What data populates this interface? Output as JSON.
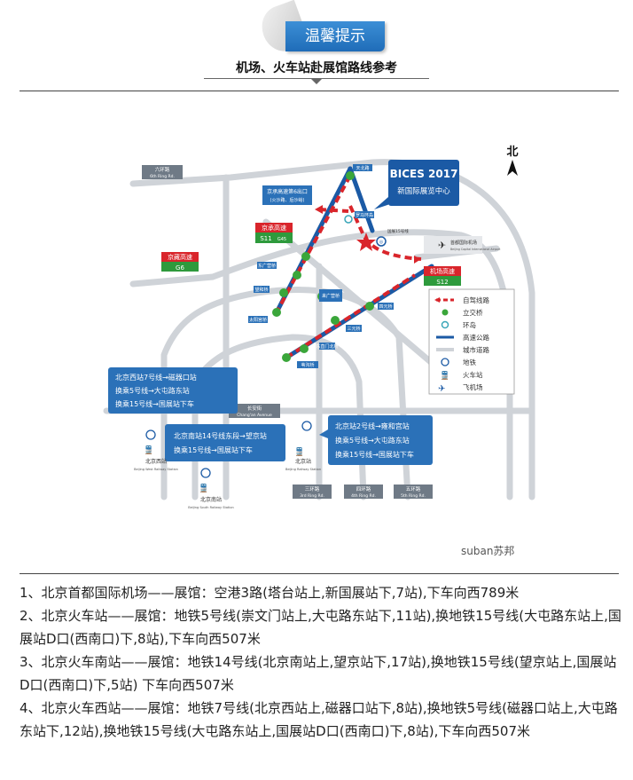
{
  "header": {
    "tag": "温馨提示",
    "subtitle": "机场、火车站赴展馆路线参考"
  },
  "map": {
    "north": "北",
    "venue_title": "BICES 2017",
    "venue_subtitle": "新国际展览中心",
    "highways": {
      "jingcheng_exit": "京承高速第6出口",
      "jingcheng_exit_sub": "(火沙路、后沙峪)",
      "jingcheng": "京承高速",
      "jingcheng_code": "S11",
      "jingcheng_code_alt": "G45",
      "jingzang": "京藏高速",
      "jingzang_code": "G6",
      "airport": "机场高速",
      "airport_code": "S12"
    },
    "roads": {
      "ring6": "六环路",
      "ring6_en": "6th Ring Rd.",
      "changan": "长安街",
      "changan_en": "Chang'an Avenue",
      "ring3": "三环路",
      "ring3_en": "3rd Ring Rd.",
      "ring4": "四环路",
      "ring4_en": "4th Ring Rd.",
      "ring5": "五环路",
      "ring5_en": "5th Ring Rd."
    },
    "bridges": [
      "天北路",
      "罗马环岛",
      "东广营桥",
      "望和桥",
      "太阳宫桥",
      "来广营桥",
      "四元桥",
      "三元桥",
      "东直门北桥",
      "苇沟桥"
    ],
    "airport_name": "首都国际机场",
    "airport_name_en": "Beijing Capital International Airport",
    "subway_stop": "国展15号线",
    "legend": [
      {
        "icon": "dash-arrow",
        "label": "自驾线路"
      },
      {
        "icon": "green-dot",
        "label": "立交桥"
      },
      {
        "icon": "roundabout",
        "label": "环岛"
      },
      {
        "icon": "blue-line",
        "label": "高速公路"
      },
      {
        "icon": "grey-line",
        "label": "城市道路"
      },
      {
        "icon": "subway",
        "label": "地铁"
      },
      {
        "icon": "train",
        "label": "火车站"
      },
      {
        "icon": "plane",
        "label": "飞机场"
      }
    ],
    "callouts": {
      "west": [
        "北京西站7号线→磁器口站",
        "换乘5号线→大屯路东站",
        "换乘15号线→国展站下车"
      ],
      "south": [
        "北京南站14号线东段→望京站",
        "换乘15号线→国展站下车"
      ],
      "beijing": [
        "北京站2号线→雍和宫站",
        "换乘5号线→大屯路东站",
        "换乘15号线→国展站下车"
      ]
    },
    "stations": {
      "west": "北京西站",
      "west_en": "Beijing West Railway Station",
      "south": "北京南站",
      "south_en": "Beijing South Railway Station",
      "beijing": "北京站",
      "beijing_en": "Beijing Railway Station"
    },
    "watermark": "suban苏邦"
  },
  "routes": [
    "1、北京首都国际机场——展馆：空港3路(塔台站上,新国展站下,7站),下车向西789米",
    "2、北京火车站——展馆：地铁5号线(崇文门站上,大屯路东站下,11站),换地铁15号线(大屯路东站上,国展站D口(西南口)下,8站),下车向西507米",
    "3、北京火车南站——展馆：地铁14号线(北京南站上,望京站下,17站),换地铁15号线(望京站上,国展站D口(西南口)下,5站) 下车向西507米",
    "4、北京火车西站——展馆：地铁7号线(北京西站上,磁器口站下,8站),换地铁5号线(磁器口站上,大屯路东站下,12站),换地铁15号线(大屯路东站上,国展站D口(西南口)下,8站),下车向西507米"
  ],
  "colors": {
    "blue_dark": "#1b5aa5",
    "blue_box": "#2b71b8",
    "red": "#d9252b",
    "green_dot": "#3aa63a",
    "green_sign": "#2e9a3c",
    "road_grey": "#cfd3d8"
  }
}
